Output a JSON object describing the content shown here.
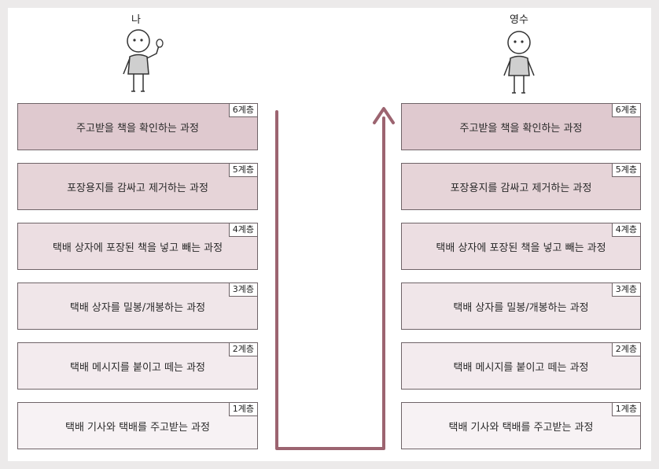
{
  "people": {
    "me": "나",
    "youngsu": "영수"
  },
  "left_stack": [
    {
      "tag": "6계층",
      "label": "주고받을 책을 확인하는 과정",
      "color": "#dfc9cf"
    },
    {
      "tag": "5계층",
      "label": "포장용지를 감싸고 제거하는 과정",
      "color": "#e6d4d8"
    },
    {
      "tag": "4계층",
      "label": "택배 상자에 포장된 책을 넣고 빼는 과정",
      "color": "#ecdee2"
    },
    {
      "tag": "3계층",
      "label": "택배 상자를 밀봉/개봉하는 과정",
      "color": "#f0e6e9"
    },
    {
      "tag": "2계층",
      "label": "택배 메시지를 붙이고 떼는 과정",
      "color": "#f3ebee"
    },
    {
      "tag": "1계층",
      "label": "택배 기사와 택배를 주고받는 과정",
      "color": "#f7f2f4"
    }
  ],
  "right_stack": [
    {
      "tag": "6계층",
      "label": "주고받을 책을 확인하는 과정",
      "color": "#dfc9cf"
    },
    {
      "tag": "5계층",
      "label": "포장용지를 감싸고 제거하는 과정",
      "color": "#e6d4d8"
    },
    {
      "tag": "4계층",
      "label": "택배 상자에 포장된 책을 넣고 빼는 과정",
      "color": "#ecdee2"
    },
    {
      "tag": "3계층",
      "label": "택배 상자를 밀봉/개봉하는 과정",
      "color": "#f0e6e9"
    },
    {
      "tag": "2계층",
      "label": "택배 메시지를 붙이고 떼는 과정",
      "color": "#f3ebee"
    },
    {
      "tag": "1계층",
      "label": "택배 기사와 택배를 주고받는 과정",
      "color": "#f7f2f4"
    }
  ],
  "colors": {
    "flow_arrow": "#9c6470",
    "border": "#6f6468"
  }
}
